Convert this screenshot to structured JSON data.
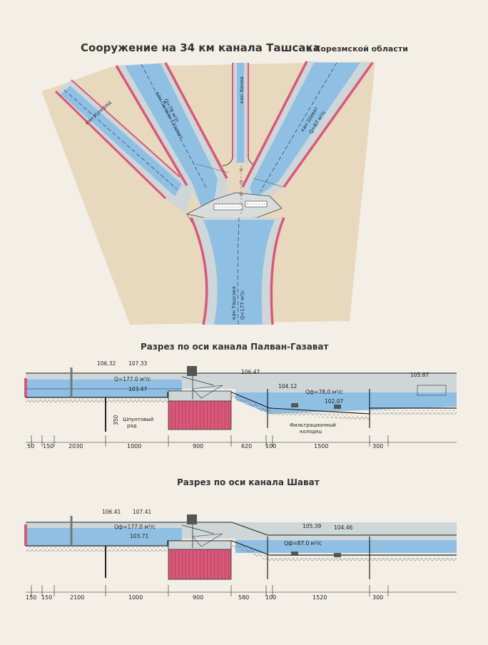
{
  "page_title": "Сооружение на 34 км канала Ташсака",
  "page_title_suffix": "в Хорезмской области",
  "plan": {
    "canals": {
      "kungrad": "кан Кунград",
      "palvan": "кан Палван-Газават",
      "palvan_q": "Q=78 м³/с",
      "khanki": "кан Ханки",
      "shavat": "кан Шават",
      "shavat_q": "Q=87 м³/с",
      "tashsaka": "кан Ташсака",
      "tashsaka_q": "Q=177 м³/с"
    }
  },
  "section1": {
    "title": "Разрез по оси канала Палван-Газават",
    "elevations": {
      "e1": "106.32",
      "e2": "107.33",
      "e3": "103.47",
      "e4": "106.47",
      "e5": "104.12",
      "e6": "102.07",
      "e7": "105.87"
    },
    "discharge_up": "Q=177.0 м³/с",
    "discharge_down": "Qф=78.0 м³/с",
    "sheet_pile_depth": "350",
    "sheet_pile_line1": "Шпунтовый",
    "sheet_pile_line2": "ряд",
    "filter_well_line1": "Фильтрационный",
    "filter_well_line2": "колодец",
    "dims": [
      "50",
      "150",
      "2030",
      "1000",
      "900",
      "620",
      "100",
      "1500",
      "300"
    ]
  },
  "section2": {
    "title": "Разрез по оси канала Шават",
    "elevations": {
      "e1": "106.41",
      "e2": "107.41",
      "e3": "103.71",
      "e4": "105.39",
      "e5": "104.46"
    },
    "discharge_up": "Qф=177.0 м³/с",
    "discharge_down": "Qф=87.0 м³/с",
    "dims": [
      "150",
      "150",
      "2100",
      "1000",
      "900",
      "580",
      "100",
      "1520",
      "300"
    ]
  },
  "colors": {
    "paper": "#f3efe6",
    "sand": "#e8d8be",
    "water": "#8fc0e4",
    "concrete": "#cfd6d8",
    "red_lining": "#d9587a",
    "hatch_red": "#c4475f"
  }
}
